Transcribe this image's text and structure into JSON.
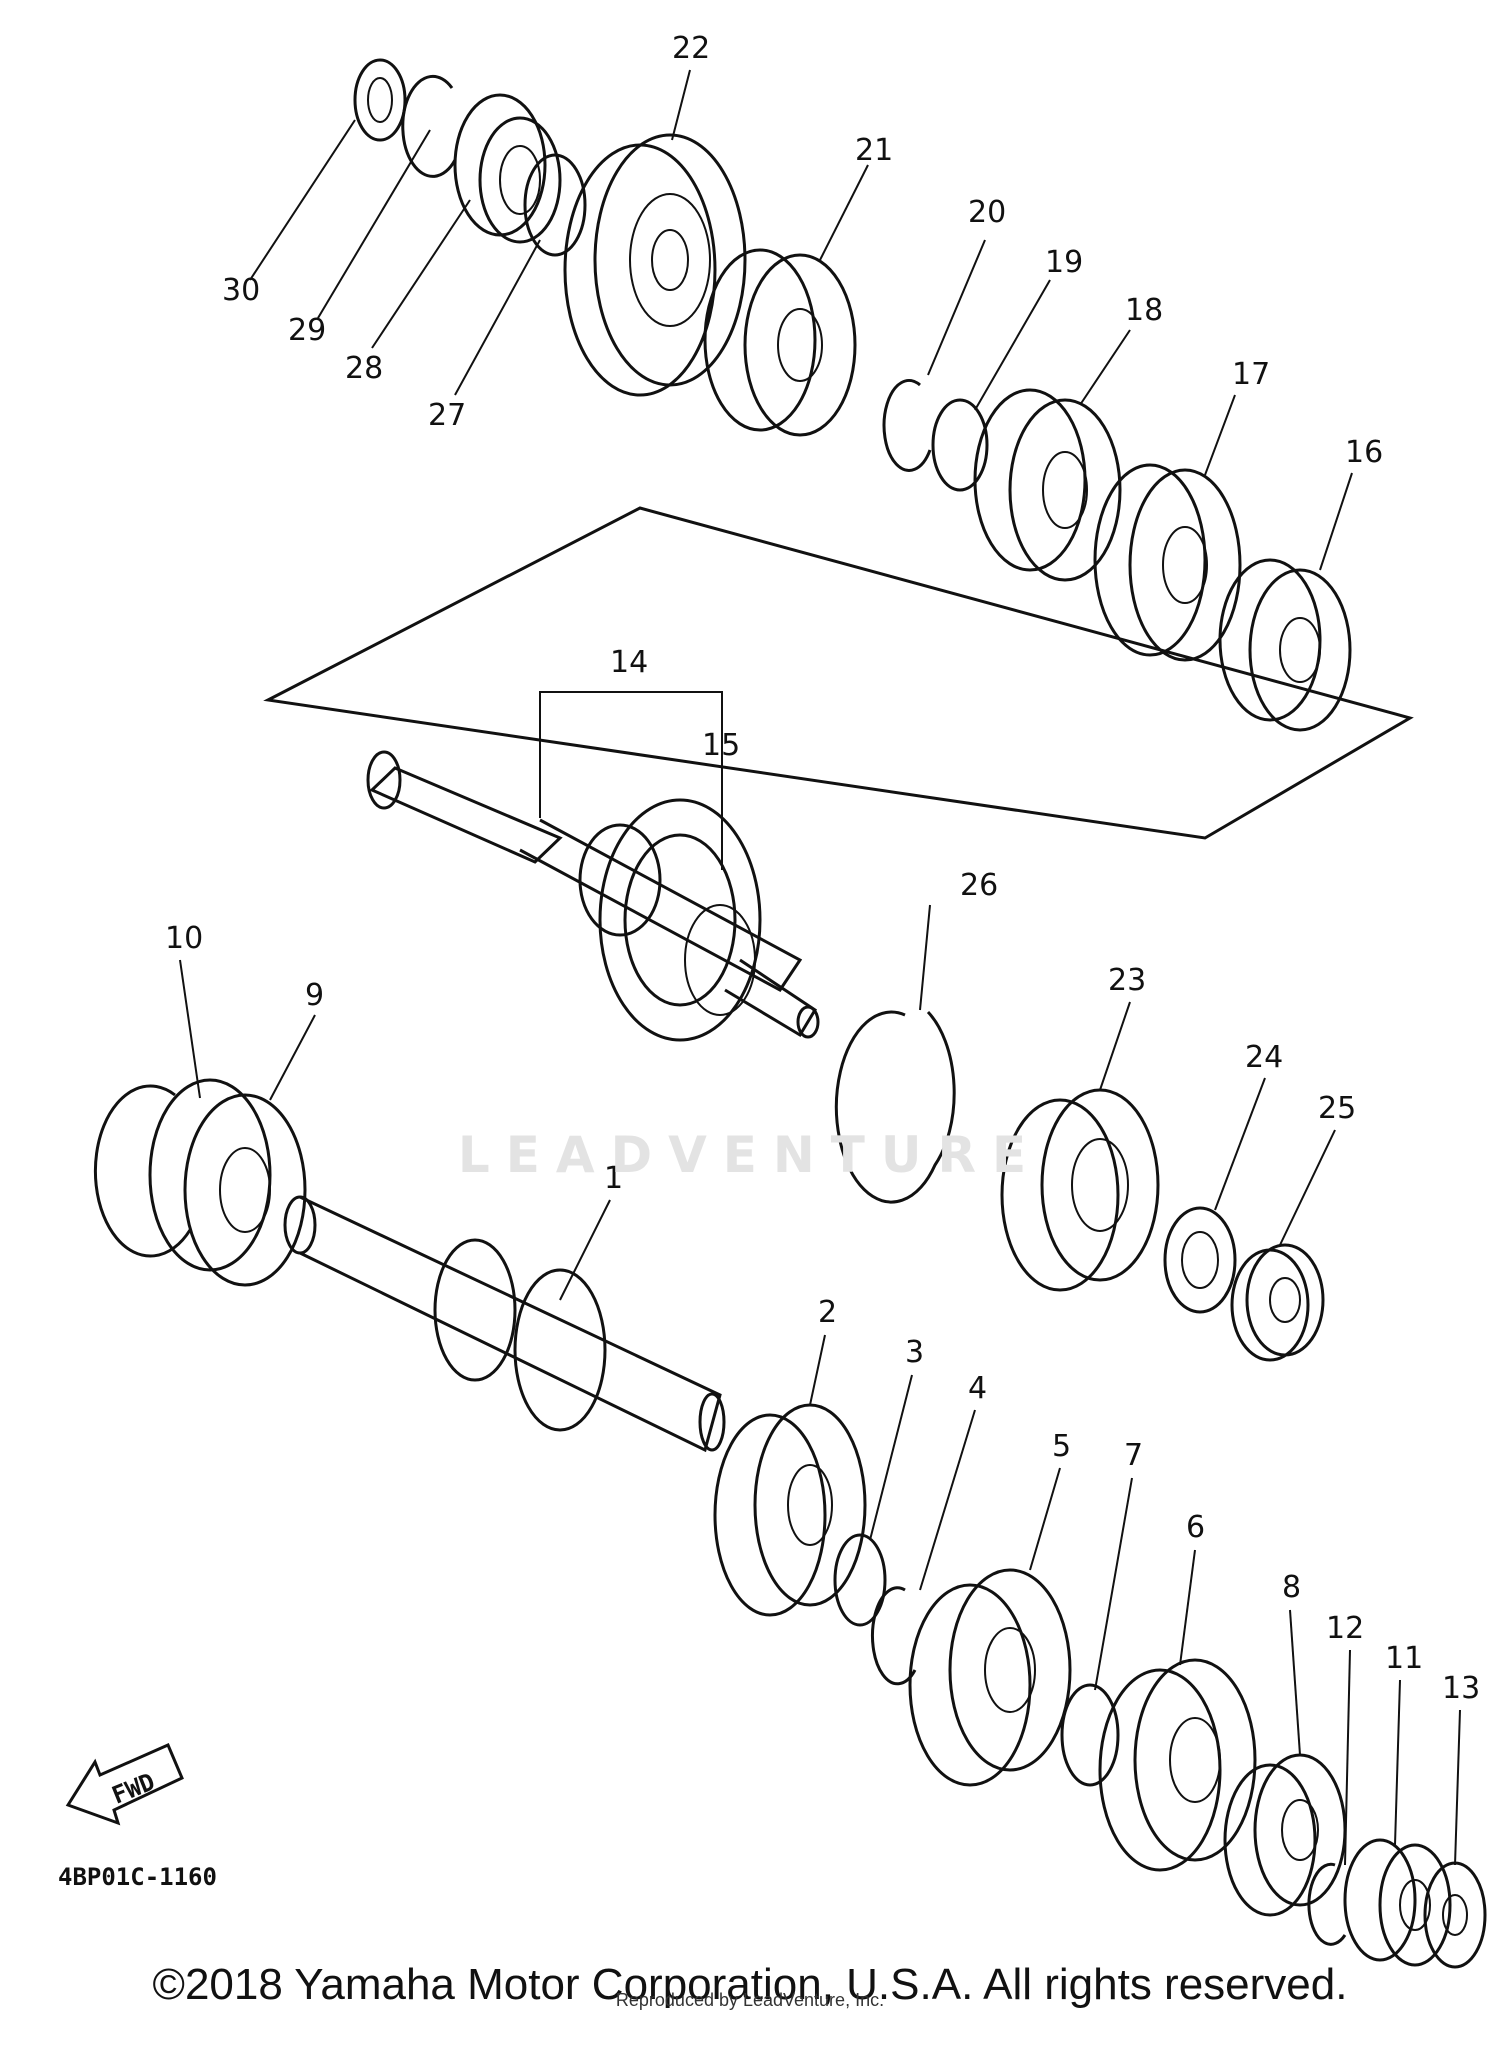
{
  "diagram": {
    "part_numbers": [
      "1",
      "2",
      "3",
      "4",
      "5",
      "6",
      "7",
      "8",
      "9",
      "10",
      "11",
      "12",
      "13",
      "14",
      "15",
      "16",
      "17",
      "18",
      "19",
      "20",
      "21",
      "22",
      "23",
      "24",
      "25",
      "26",
      "27",
      "28",
      "29",
      "30"
    ],
    "fwd_label": "FWD",
    "drawing_code": "4BP01C-1160"
  },
  "watermark": "LEADVENTURE",
  "footer": {
    "copyright": "©2018 Yamaha Motor Corporation, U.S.A. All rights reserved.",
    "reproduced": "Reproduced by LeadVenture, Inc."
  }
}
